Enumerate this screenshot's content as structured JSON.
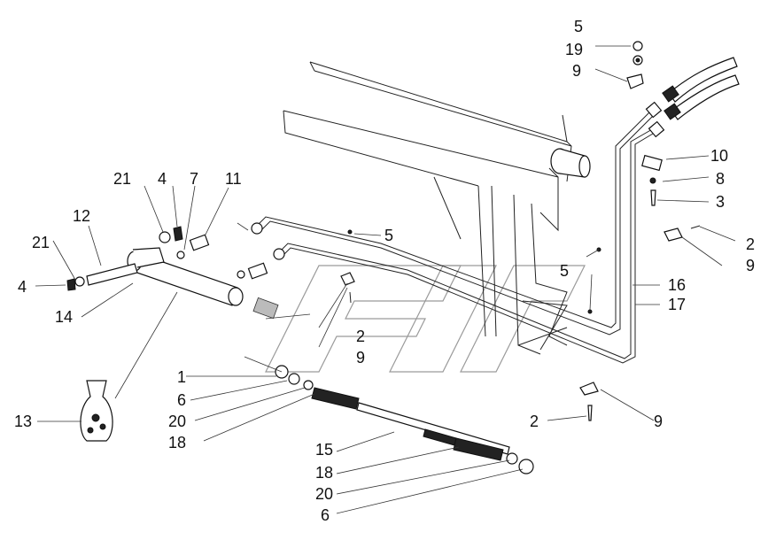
{
  "callouts": [
    {
      "id": "c01",
      "text": "5"
    },
    {
      "id": "c02",
      "text": "19"
    },
    {
      "id": "c03",
      "text": "9"
    },
    {
      "id": "c04",
      "text": "10"
    },
    {
      "id": "c05",
      "text": "8"
    },
    {
      "id": "c06",
      "text": "3"
    },
    {
      "id": "c07",
      "text": "2"
    },
    {
      "id": "c08",
      "text": "9"
    },
    {
      "id": "c09",
      "text": "5"
    },
    {
      "id": "c10",
      "text": "16"
    },
    {
      "id": "c11",
      "text": "17"
    },
    {
      "id": "c12",
      "text": "5"
    },
    {
      "id": "c13",
      "text": "21"
    },
    {
      "id": "c14",
      "text": "4"
    },
    {
      "id": "c15",
      "text": "7"
    },
    {
      "id": "c16",
      "text": "11"
    },
    {
      "id": "c17",
      "text": "12"
    },
    {
      "id": "c18",
      "text": "21"
    },
    {
      "id": "c19",
      "text": "4"
    },
    {
      "id": "c20",
      "text": "14"
    },
    {
      "id": "c21",
      "text": "2"
    },
    {
      "id": "c22",
      "text": "9"
    },
    {
      "id": "c23",
      "text": "1"
    },
    {
      "id": "c24",
      "text": "6"
    },
    {
      "id": "c25",
      "text": "20"
    },
    {
      "id": "c26",
      "text": "18"
    },
    {
      "id": "c27",
      "text": "13"
    },
    {
      "id": "c28",
      "text": "2"
    },
    {
      "id": "c29",
      "text": "9"
    },
    {
      "id": "c30",
      "text": "15"
    },
    {
      "id": "c31",
      "text": "18"
    },
    {
      "id": "c32",
      "text": "20"
    },
    {
      "id": "c33",
      "text": "6"
    }
  ]
}
